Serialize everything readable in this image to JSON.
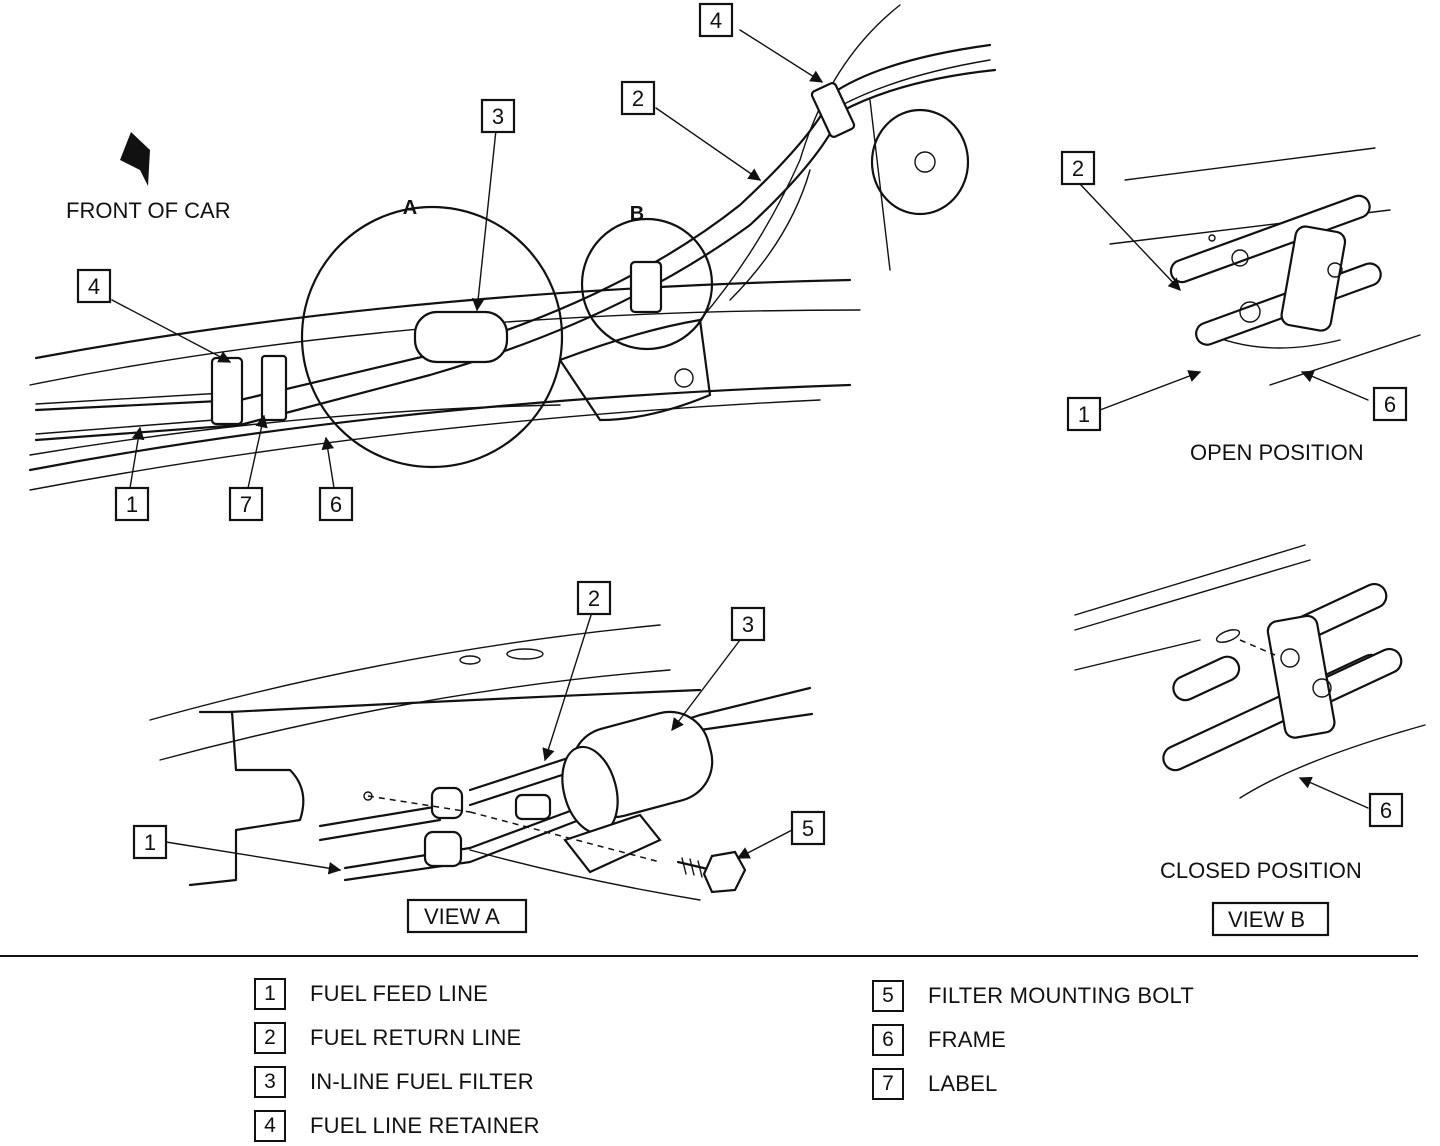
{
  "orientation": {
    "front_label": "FRONT OF CAR",
    "arrow_icon": "front-direction-arrow-icon"
  },
  "detail_circles": {
    "a": "A",
    "b": "B"
  },
  "views": {
    "view_a_caption": "VIEW A",
    "view_b_caption": "VIEW B",
    "open_position_label": "OPEN POSITION",
    "closed_position_label": "CLOSED POSITION"
  },
  "callouts": {
    "main": [
      "4",
      "3",
      "2",
      "4",
      "1",
      "7",
      "6"
    ],
    "open": [
      "2",
      "1",
      "6"
    ],
    "view_a": [
      "2",
      "3",
      "1",
      "5"
    ],
    "closed": [
      "6"
    ]
  },
  "legend": [
    {
      "num": "1",
      "label": "FUEL FEED LINE"
    },
    {
      "num": "2",
      "label": "FUEL RETURN LINE"
    },
    {
      "num": "3",
      "label": "IN-LINE FUEL FILTER"
    },
    {
      "num": "4",
      "label": "FUEL LINE RETAINER"
    },
    {
      "num": "5",
      "label": "FILTER MOUNTING BOLT"
    },
    {
      "num": "6",
      "label": "FRAME"
    },
    {
      "num": "7",
      "label": "LABEL"
    }
  ]
}
